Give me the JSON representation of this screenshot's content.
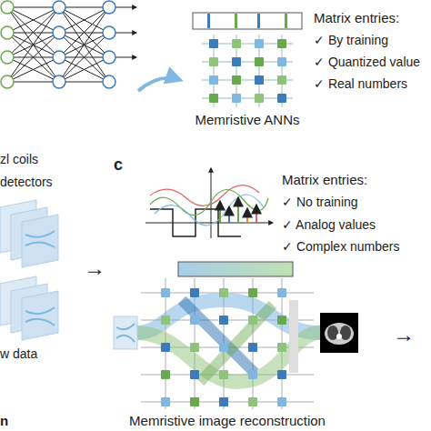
{
  "diagram": {
    "labels": [
      "Matrix entries:",
      "✓ By training",
      "✓ Quantized value",
      "✓ Real numbers",
      "Memristive ANNs",
      "zl coils",
      "detectors",
      "w data",
      "→",
      "c",
      "Matrix entries:",
      "✓ No training",
      "✓ Analog values",
      "✓ Complex numbers",
      "→",
      "Memristive image reconstruction",
      "n"
    ]
  }
}
